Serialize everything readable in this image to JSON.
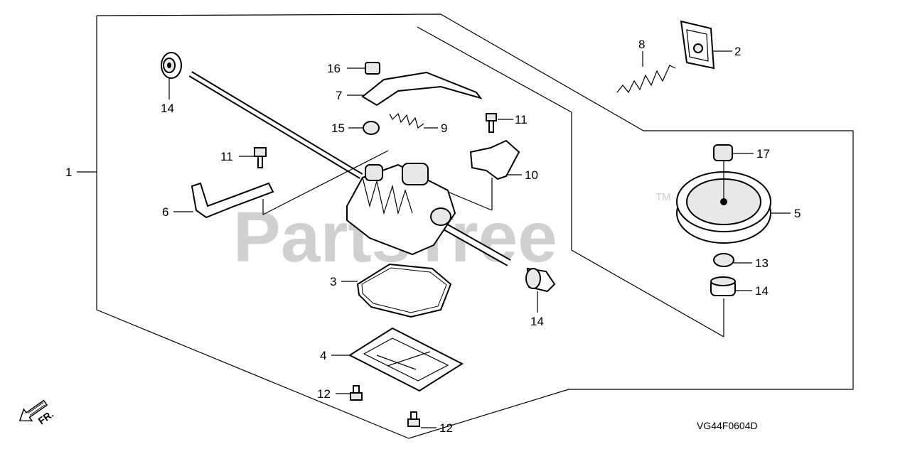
{
  "watermark": {
    "text": "PartsTree",
    "tm": "TM"
  },
  "diagram_code": "VG44F0604D",
  "direction_label": "FR.",
  "callouts": [
    "1",
    "2",
    "3",
    "4",
    "5",
    "6",
    "7",
    "8",
    "9",
    "10",
    "11",
    "11",
    "12",
    "12",
    "13",
    "14",
    "14",
    "14",
    "15",
    "16",
    "17"
  ],
  "icons": {
    "front_arrow": "arrow-down-left-icon"
  }
}
